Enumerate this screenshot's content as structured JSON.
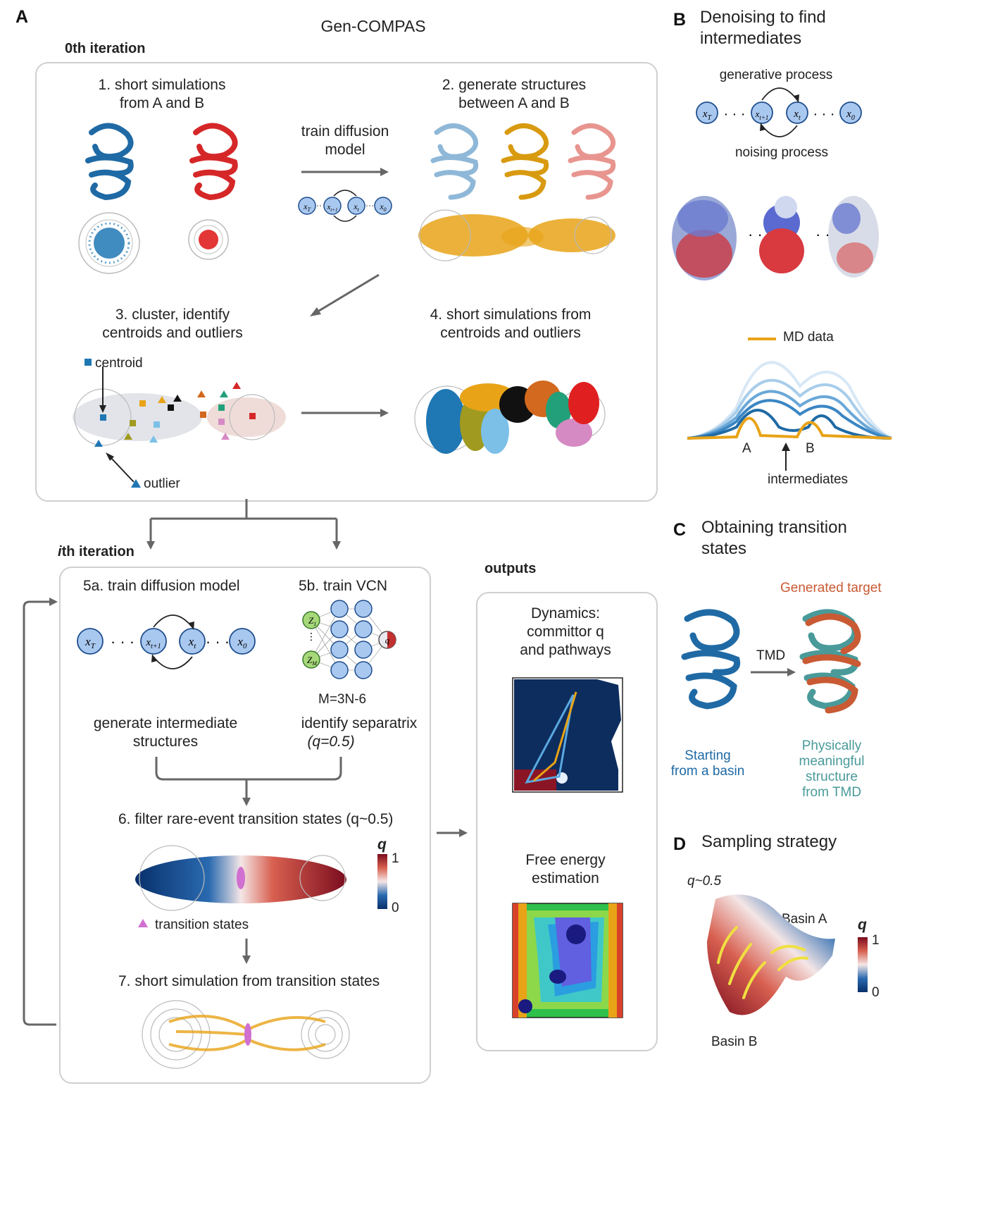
{
  "panelA": {
    "letter": "A",
    "title": "Gen-COMPAS",
    "iter0_label": "0th iteration",
    "step1": "1. short simulations\nfrom A and B",
    "train_diffusion": "train diffusion\nmodel",
    "step2": "2. generate structures\nbetween A and B",
    "step3": "3. cluster, identify\ncentroids and outliers",
    "step4": "4. short simulations from\ncentroids and outliers",
    "centroid": "centroid",
    "outlier": "outlier",
    "ith_iteration_i": "i",
    "ith_iteration_rest": "th iteration",
    "step5a": "5a. train diffusion model",
    "step5b": "5b. train VCN",
    "m_eq": "M=3N-6",
    "gen_intermediate": "generate intermediate\nstructures",
    "identify_sep": "identify separatrix",
    "q_eq": "(q=0.5)",
    "step6": "6. filter rare-event transition states (q~0.5)",
    "q_label": "q",
    "q_max": "1",
    "q_min": "0",
    "transition_states": "transition states",
    "step7": "7. short simulation from transition states",
    "outputs": "outputs",
    "dynamics": "Dynamics:\ncommittor q\nand pathways",
    "free_energy": "Free energy\nestimation",
    "chain_labels": [
      "x",
      "x",
      "x",
      "x"
    ],
    "vcn_z1": "Z",
    "vcn_zm": "Z",
    "vcn_q": "q"
  },
  "panelB": {
    "letter": "B",
    "title": "Denoising to find\nintermediates",
    "generative": "generative process",
    "noising": "noising process",
    "md_data": "MD data",
    "A": "A",
    "B": "B",
    "intermediates": "intermediates"
  },
  "panelC": {
    "letter": "C",
    "title": "Obtaining transition\nstates",
    "generated_target": "Generated target",
    "tmd": "TMD",
    "starting": "Starting\nfrom a basin",
    "physically": "Physically\nmeaningful\nstructure\nfrom TMD"
  },
  "panelD": {
    "letter": "D",
    "title": "Sampling strategy",
    "q_half": "q~0.5",
    "basin_a": "Basin A",
    "basin_b": "Basin B",
    "q_label": "q",
    "q_max": "1",
    "q_min": "0"
  },
  "colors": {
    "blue": "#1f77b4",
    "red": "#d62728",
    "orange": "#e8a317",
    "gray": "#666666",
    "node_fill": "#a9c8f0",
    "node_stroke": "#1f4e8c",
    "teal": "#4a9a9a",
    "brick": "#c95a33"
  }
}
